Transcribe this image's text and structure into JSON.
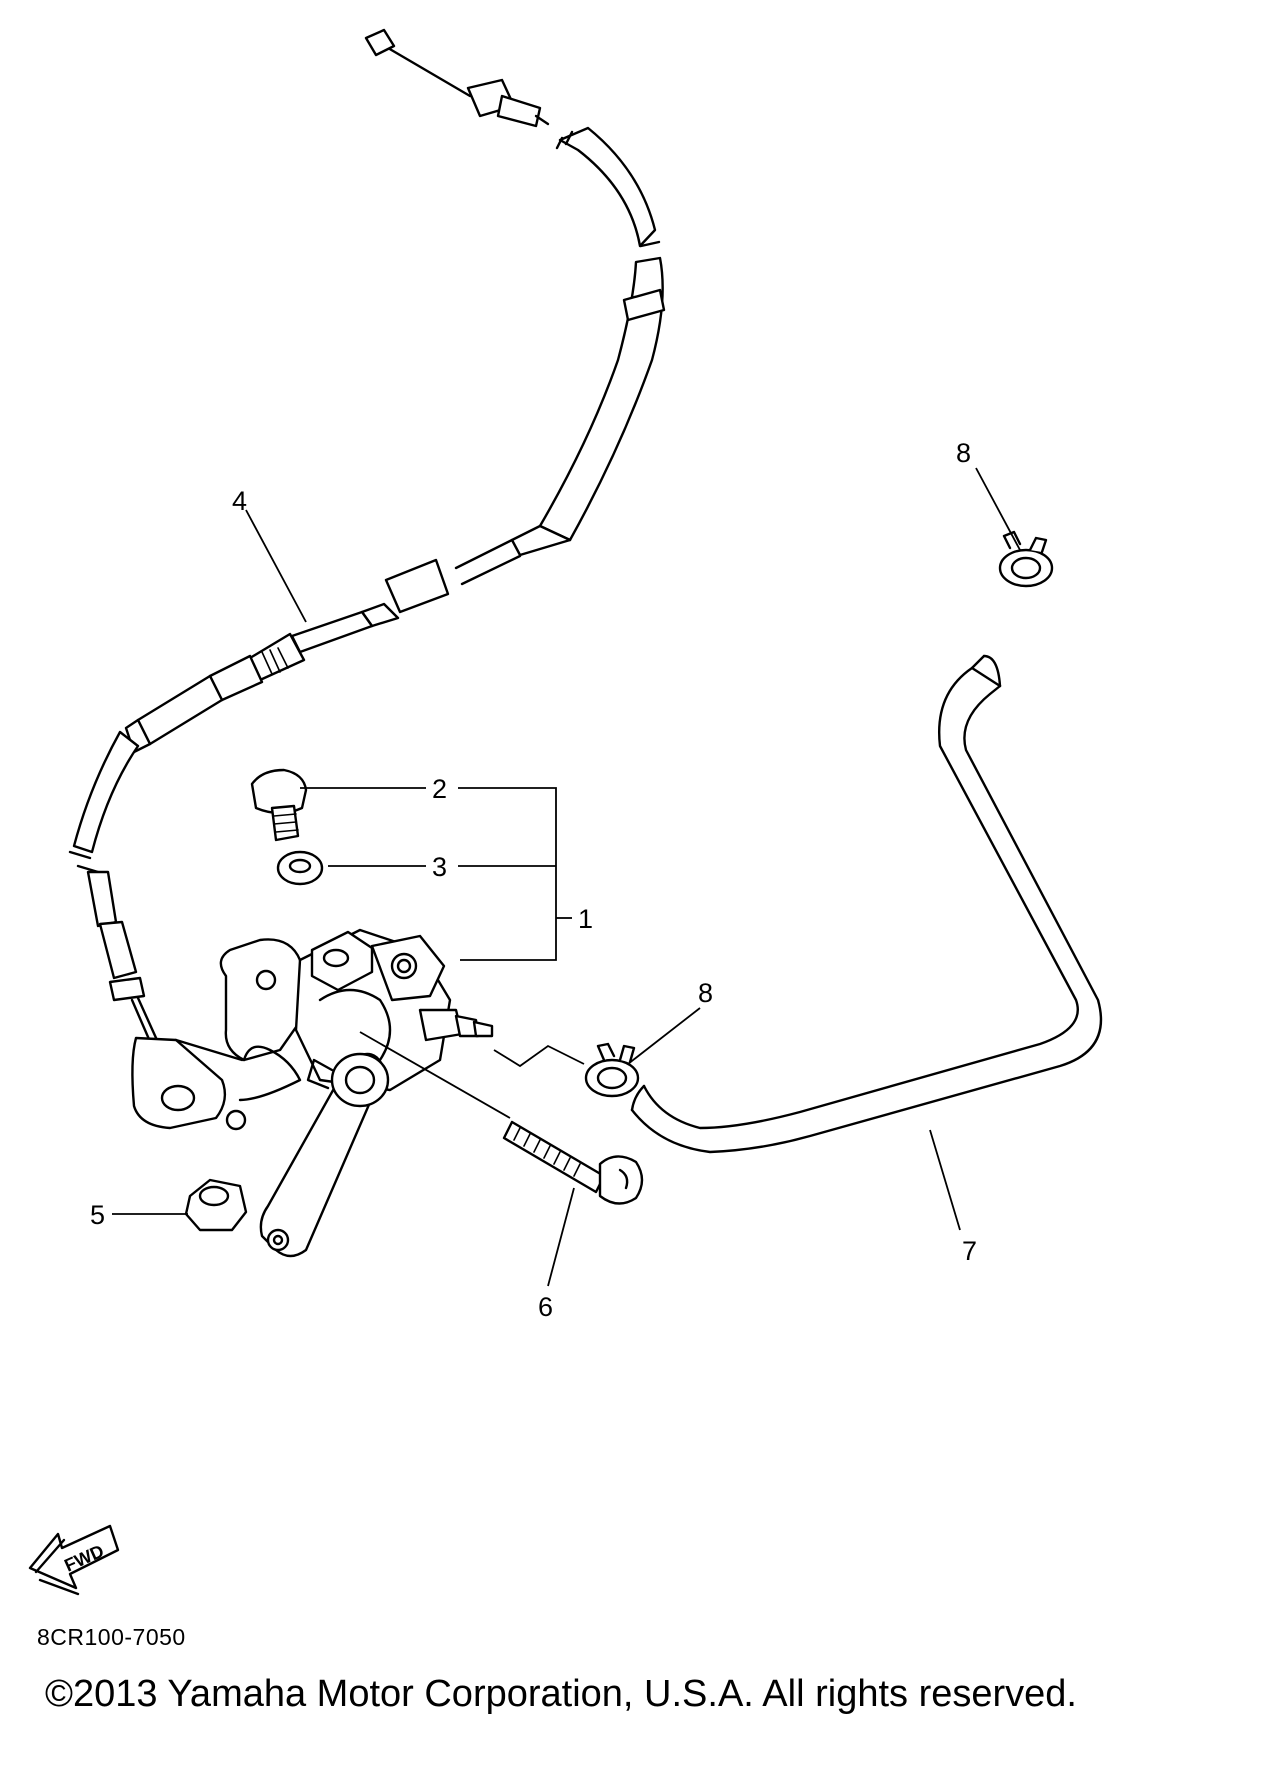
{
  "diagram": {
    "callouts": [
      {
        "id": "1",
        "label": "1"
      },
      {
        "id": "2",
        "label": "2"
      },
      {
        "id": "3",
        "label": "3"
      },
      {
        "id": "4",
        "label": "4"
      },
      {
        "id": "5",
        "label": "5"
      },
      {
        "id": "6",
        "label": "6"
      },
      {
        "id": "7",
        "label": "7"
      },
      {
        "id": "8a",
        "label": "8"
      },
      {
        "id": "8b",
        "label": "8"
      }
    ],
    "fwd_label": "FWD"
  },
  "footer": {
    "drawing_code": "8CR100-7050",
    "copyright": "©2013 Yamaha Motor Corporation, U.S.A. All rights reserved."
  }
}
